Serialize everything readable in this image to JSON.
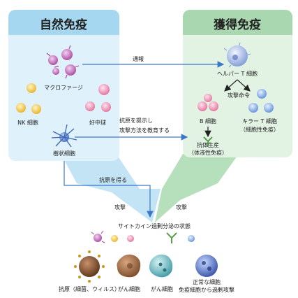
{
  "innate": {
    "title": "自然免疫"
  },
  "adaptive": {
    "title": "獲得免疫"
  },
  "cells": {
    "macrophage": "マクロファージ",
    "nk": "NK 細胞",
    "neutrophil": "好中球",
    "dendritic": "樹状細胞",
    "helper_t": "ヘルパー T 細胞",
    "b_cell": "B 細胞",
    "killer_t": "キラー T 細胞",
    "killer_t_sub": "（細胞性免疫）"
  },
  "labels": {
    "notify": "通報",
    "attack_order": "攻撃命令",
    "present_line1": "抗原を提示し",
    "present_line2": "攻撃方法を教育する",
    "antibody": "抗体生産",
    "antibody_sub": "（体液性免疫）",
    "get_antigen": "抗原を得る",
    "attack_left": "攻撃",
    "attack_right": "攻撃",
    "cytokine": "サイトカイン過剰分泌の状態"
  },
  "targets": {
    "antigen": "抗原（細菌、ウィルス）",
    "cancer": "がん細胞",
    "normal_line1": "正常な細胞",
    "normal_line2": "免疫細胞から過剰攻撃"
  },
  "colors": {
    "innate_panel": "#dff1fb",
    "innate_header": "#a5d8f0",
    "adaptive_panel": "#e2f3e4",
    "adaptive_header": "#a9d8b0",
    "arrow_blue": "#3a78c9",
    "funnel_blue": "#b9dff2",
    "funnel_green": "#a9d9b0"
  }
}
